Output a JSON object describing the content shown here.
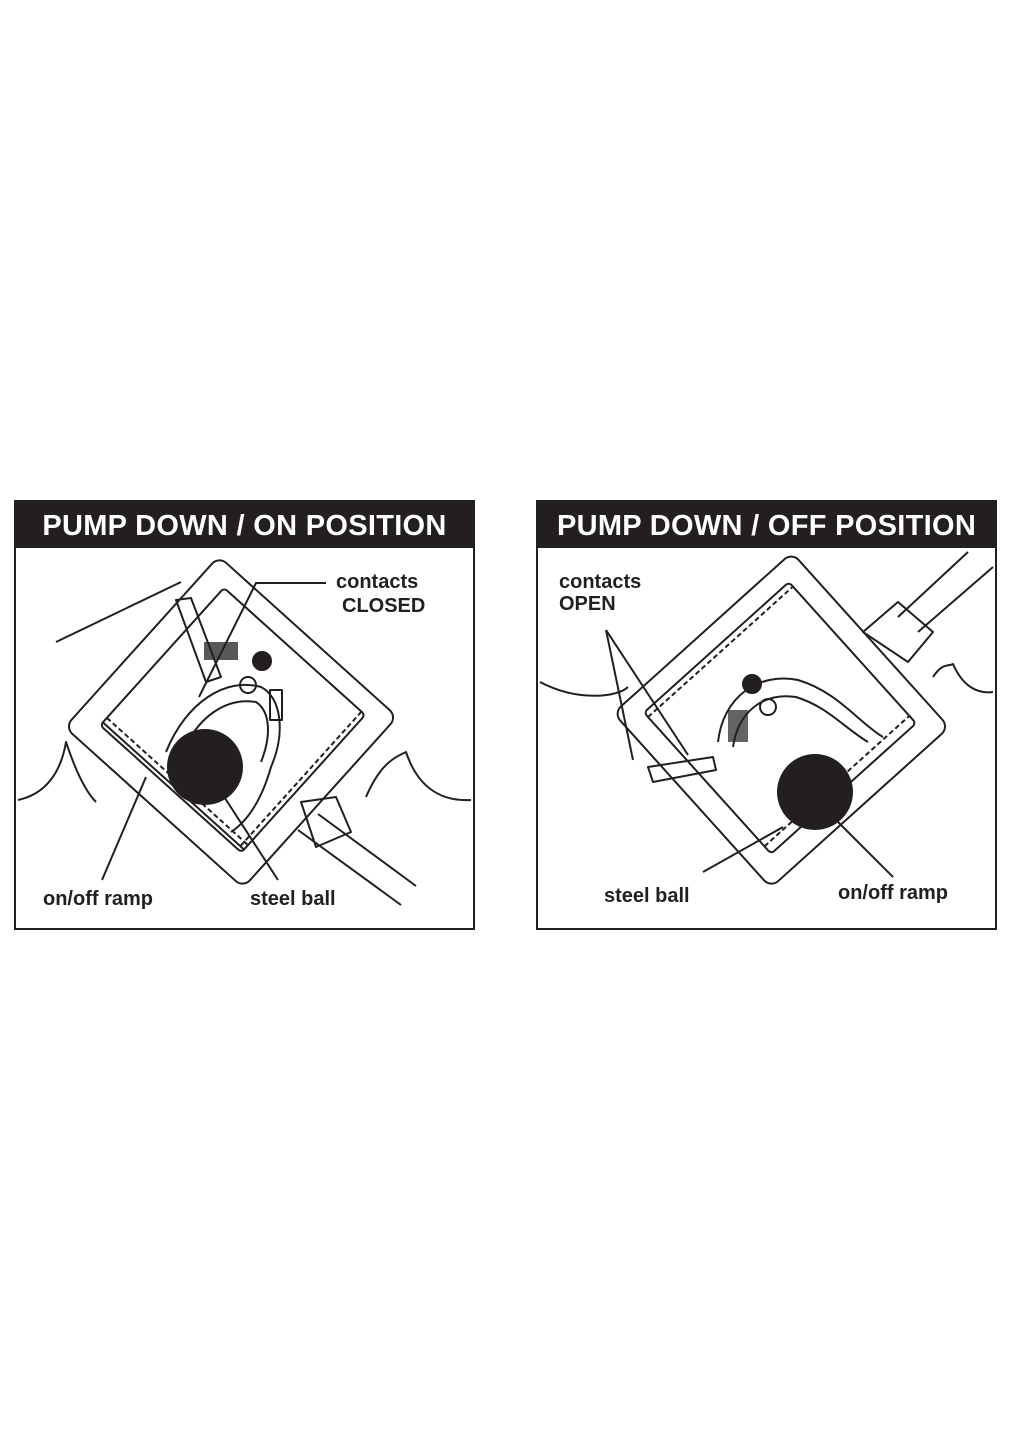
{
  "panels": [
    {
      "title": "PUMP DOWN / ON POSITION",
      "labels": {
        "contacts_line1": "contacts",
        "contacts_line2": "CLOSED",
        "ramp": "on/off ramp",
        "ball": "steel ball"
      }
    },
    {
      "title": "PUMP DOWN / OFF POSITION",
      "labels": {
        "contacts_line1": "contacts",
        "contacts_line2": "OPEN",
        "ramp": "on/off ramp",
        "ball": "steel ball"
      }
    }
  ],
  "colors": {
    "ink": "#231f20",
    "background": "#ffffff"
  }
}
